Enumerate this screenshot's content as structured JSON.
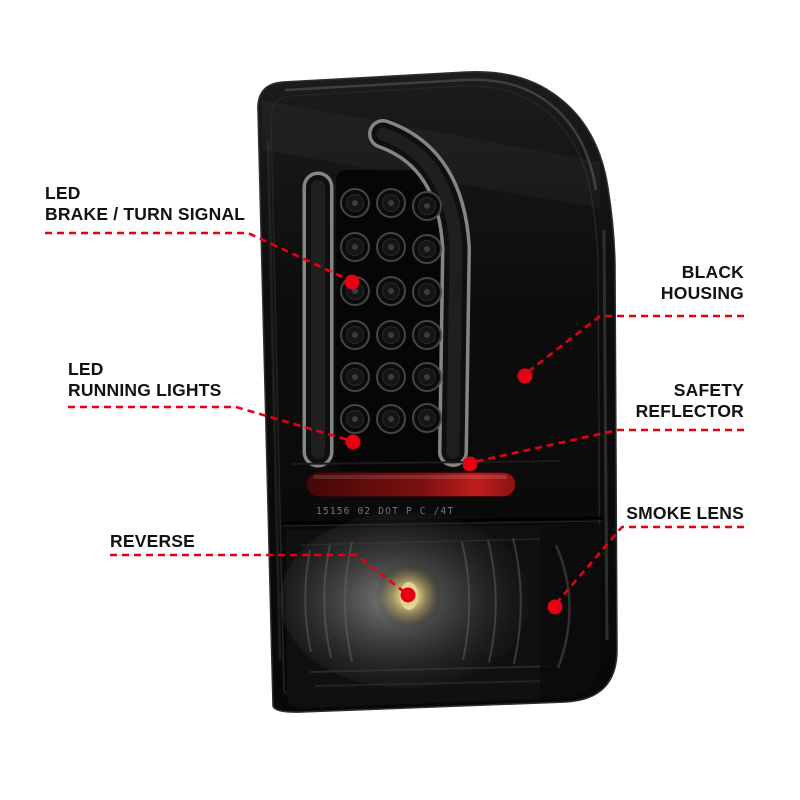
{
  "figure": {
    "name": "LED tail light feature diagram",
    "background": "#ffffff"
  },
  "colors": {
    "accent": "#e60012",
    "housing_black": "#0b0b0b",
    "reflector_red": "#a01414",
    "smoke_gray": "#5c5c5c"
  },
  "callouts": {
    "brake": {
      "line1": "LED",
      "line2": "BRAKE / TURN SIGNAL"
    },
    "housing": {
      "line1": "BLACK",
      "line2": "HOUSING"
    },
    "running": {
      "line1": "LED",
      "line2": "RUNNING LIGHTS"
    },
    "reflector": {
      "line1": "SAFETY",
      "line2": "REFLECTOR"
    },
    "reverse": {
      "line1": "REVERSE"
    },
    "smoke": {
      "line1": "SMOKE LENS"
    }
  },
  "lens_marking": "15156  02 DOT P    C   /4T"
}
